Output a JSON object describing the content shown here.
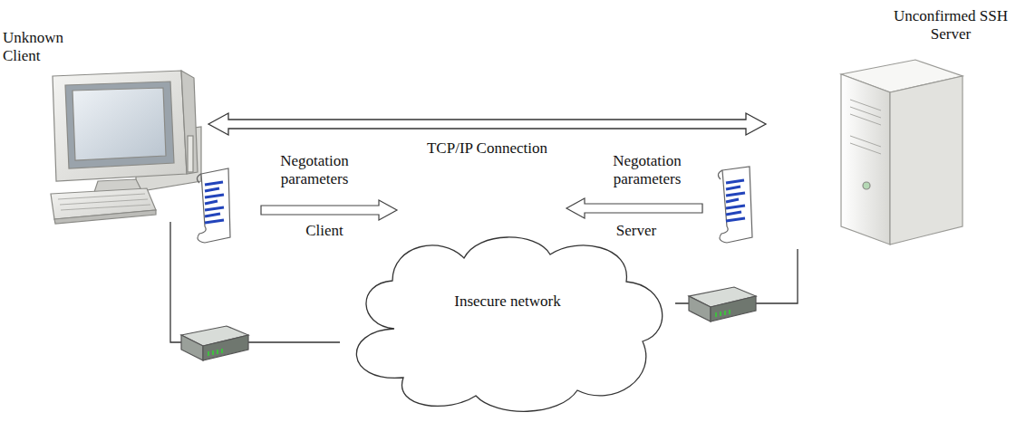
{
  "diagram": {
    "nodes": [
      {
        "text": [
          "Unknown Client"
        ]
      },
      {
        "text": [
          "Unconfirmed SSH Server"
        ]
      },
      {
        "text": [
          "Insecure network"
        ]
      }
    ],
    "edges": [
      {
        "from": 0,
        "to": 1,
        "arrow": "both",
        "label": "TCP/IP Connection"
      },
      {
        "from": 0,
        "to": 2,
        "arrow": "none"
      },
      {
        "from": 1,
        "to": 2,
        "arrow": "none"
      }
    ],
    "labels": [
      "Negotation parameters",
      "Client",
      "Negotation parameters",
      "Server"
    ]
  }
}
